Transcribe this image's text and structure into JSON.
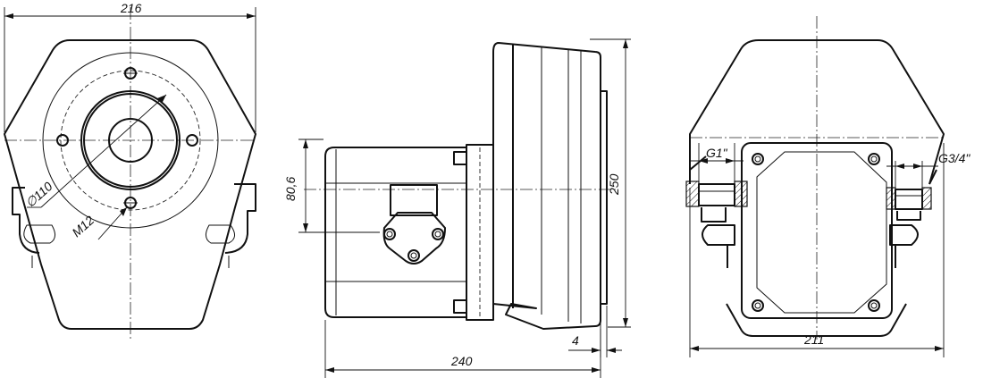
{
  "dimensions": {
    "front_width": "216",
    "diameter": "∅110",
    "thread": "M12",
    "height_80": "80,6",
    "height_250": "250",
    "gap": "4",
    "length": "240",
    "port_left": "G1\"",
    "port_right": "G3/4\"",
    "rear_width": "211"
  }
}
